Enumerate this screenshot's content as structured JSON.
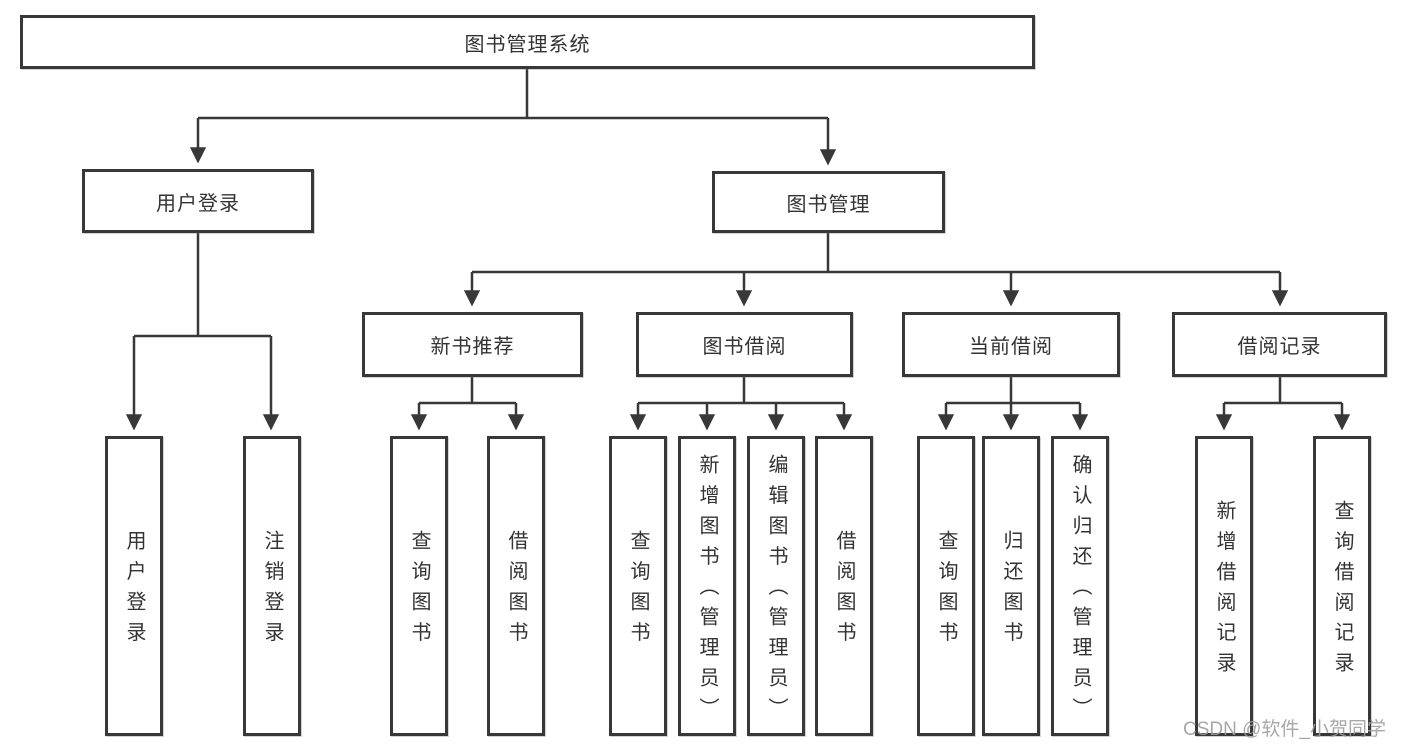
{
  "colors": {
    "bg": "#ffffff",
    "line": "#383838",
    "text": "#333333",
    "watermark": "#9e9e9e"
  },
  "watermark": "CSDN @软件_小贺同学",
  "nodes": {
    "root": "图书管理系统",
    "login": "用户登录",
    "manage": "图书管理",
    "recommend": "新书推荐",
    "borrow": "图书借阅",
    "current": "当前借阅",
    "records": "借阅记录",
    "login_user": "用户登录",
    "login_logout": "注销登录",
    "rec_query": "查询图书",
    "rec_borrow": "借阅图书",
    "bor_query": "查询图书",
    "bor_add": "新增图书（管理员）",
    "bor_edit": "编辑图书（管理员）",
    "bor_borrow": "借阅图书",
    "cur_query": "查询图书",
    "cur_return": "归还图书",
    "cur_confirm": "确认归还（管理员）",
    "br_add": "新增借阅记录",
    "br_query": "查询借阅记录"
  }
}
